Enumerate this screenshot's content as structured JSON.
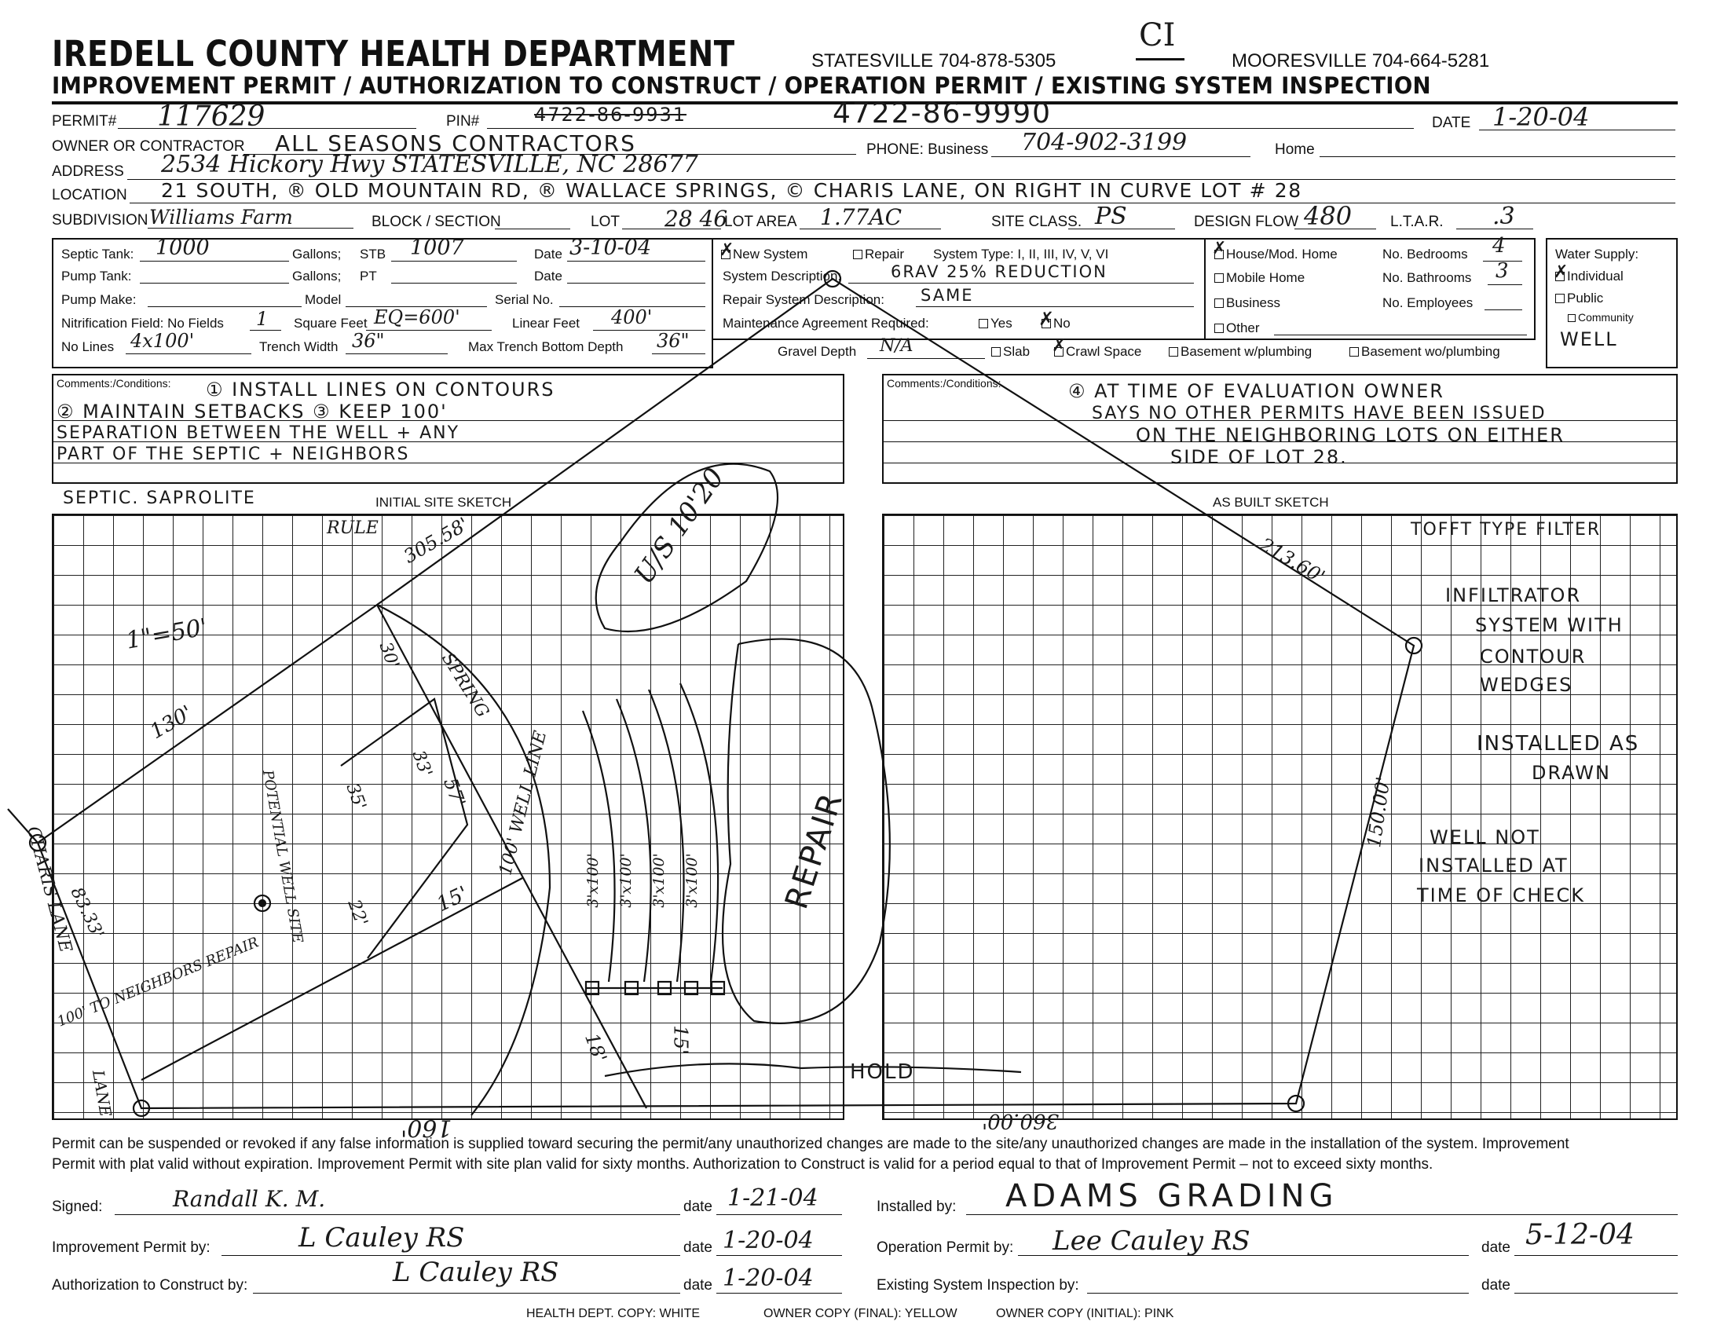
{
  "header": {
    "org": "IREDELL COUNTY HEALTH DEPARTMENT",
    "statesville": "STATESVILLE 704-878-5305",
    "mooresville": "MOORESVILLE 704-664-5281",
    "stamp": "CI",
    "title": "IMPROVEMENT PERMIT / AUTHORIZATION TO CONSTRUCT / OPERATION PERMIT / EXISTING SYSTEM INSPECTION"
  },
  "fields": {
    "permit_label": "PERMIT#",
    "permit": "117629",
    "pin_label": "PIN#",
    "pin_struck": "4722-86-9931",
    "pin": "4722-86-9990",
    "date_label": "DATE",
    "date": "1-20-04",
    "owner_label": "OWNER OR CONTRACTOR",
    "owner": "ALL SEASONS CONTRACTORS",
    "phone_label": "PHONE: Business",
    "phone": "704-902-3199",
    "home_label": "Home",
    "address_label": "ADDRESS",
    "address": "2534 Hickory Hwy STATESVILLE, NC 28677",
    "location_label": "LOCATION",
    "location": "21 SOUTH, ® OLD MOUNTAIN RD, ® WALLACE SPRINGS, © CHARIS LANE, ON RIGHT IN CURVE LOT # 28",
    "subdivision_label": "SUBDIVISION",
    "subdivision": "Williams Farm",
    "block_label": "BLOCK / SECTION",
    "lot_label": "LOT",
    "lot": "28 46",
    "lot_area_label": "LOT AREA",
    "lot_area": "1.77AC",
    "site_class_label": "SITE CLASS.",
    "site_class": "PS",
    "design_flow_label": "DESIGN FLOW",
    "design_flow": "480",
    "ltar_label": "L.T.A.R.",
    "ltar": ".3"
  },
  "system": {
    "septic_tank_label": "Septic Tank:",
    "septic_tank": "1000",
    "gallons_label": "Gallons;",
    "stb_label": "STB",
    "stb": "1007",
    "date_label": "Date",
    "septic_date": "3-10-04",
    "pump_tank_label": "Pump Tank:",
    "pt_label": "PT",
    "pump_make_label": "Pump Make:",
    "model_label": "Model",
    "serial_label": "Serial No.",
    "nitrification_label": "Nitrification Field: No Fields",
    "no_fields": "1",
    "square_feet_label": "Square Feet",
    "square_feet": "EQ=600'",
    "linear_feet_label": "Linear Feet",
    "linear_feet": "400'",
    "no_lines_label": "No Lines",
    "no_lines": "4x100'",
    "trench_width_label": "Trench Width",
    "trench_width": "36\"",
    "max_depth_label": "Max Trench Bottom Depth",
    "max_depth": "36\"",
    "new_system": "New System",
    "repair": "Repair",
    "system_type": "System Type: I, II, III, IV, V, VI",
    "system_desc_label": "System Description:",
    "system_desc": "6RAV 25% REDUCTION",
    "repair_desc_label": "Repair System Description:",
    "repair_desc": "SAME",
    "maint_label": "Maintenance Agreement Required:",
    "yes": "Yes",
    "no": "No",
    "gravel_label": "Gravel Depth",
    "gravel": "N/A",
    "slab": "Slab",
    "crawl": "Crawl Space",
    "basement_w": "Basement w/plumbing",
    "basement_wo": "Basement wo/plumbing",
    "house": "House/Mod. Home",
    "mobile": "Mobile Home",
    "business": "Business",
    "other": "Other",
    "bedrooms_label": "No. Bedrooms",
    "bedrooms": "4",
    "bathrooms_label": "No. Bathrooms",
    "bathrooms": "3",
    "employees_label": "No. Employees",
    "water_label": "Water Supply:",
    "individual": "Individual",
    "public": "Public",
    "community": "Community",
    "well": "WELL"
  },
  "comments": {
    "label": "Comments:/Conditions:",
    "left": [
      "① INSTALL LINES ON CONTOURS",
      "② MAINTAIN SETBACKS ③ KEEP 100'",
      "SEPARATION BETWEEN THE WELL + ANY",
      "PART OF THE SEPTIC + NEIGHBORS",
      "SEPTIC. SAPROLITE"
    ],
    "right_label": "Comments:/Conditions:",
    "right": [
      "④ AT TIME OF EVALUATION OWNER",
      "SAYS NO OTHER PERMITS HAVE BEEN ISSUED",
      "ON THE NEIGHBORING LOTS ON EITHER",
      "SIDE OF LOT 28."
    ]
  },
  "sketch": {
    "initial_title": "INITIAL SITE SKETCH",
    "asbuilt_title": "AS BUILT SKETCH",
    "scale": "1\"=50'",
    "left_notes": [
      "RULE",
      "305.58'",
      "130'",
      "30'",
      "33'",
      "35'",
      "57'",
      "15'",
      "22'",
      "18'",
      "15'",
      "160'",
      "83.33'",
      "100' TO NEIGHBORS REPAIR",
      "POTENTIAL WELL SITE",
      "100' WELL LINE",
      "SPRING",
      "3'x100'",
      "3'x100'",
      "3'x100'",
      "3'x100'",
      "U/S 10'20",
      "REPAIR",
      "CHARIS LANE",
      "LANE",
      "HOLD"
    ],
    "right_notes": [
      "213.60'",
      "150.00'",
      "360.00'",
      "TOFFT TYPE FILTER",
      "INFILTRATOR",
      "SYSTEM WITH",
      "CONTOUR",
      "WEDGES",
      "INSTALLED AS",
      "DRAWN",
      "WELL NOT",
      "INSTALLED AT",
      "TIME OF CHECK"
    ]
  },
  "footer": {
    "disclaimer1": "Permit can be suspended or revoked if any false information is supplied toward securing the permit/any unauthorized changes are made to the site/any unauthorized changes are made in the installation of the system. Improvement",
    "disclaimer2": "Permit with plat valid without expiration. Improvement Permit with site plan valid for sixty months. Authorization to Construct is valid for a period equal to that of Improvement Permit – not to exceed sixty months.",
    "signed_label": "Signed:",
    "signed_date": "1-21-04",
    "improvement_label": "Improvement Permit by:",
    "improvement_sig": "L Cauley RS",
    "improvement_date": "1-20-04",
    "authorization_label": "Authorization to Construct by:",
    "authorization_sig": "L Cauley RS",
    "authorization_date": "1-20-04",
    "installed_label": "Installed by:",
    "installed": "ADAMS GRADING",
    "operation_label": "Operation Permit by:",
    "operation_sig": "Lee Cauley RS",
    "operation_date": "5-12-04",
    "existing_label": "Existing System Inspection by:",
    "date_label": "date",
    "copy1": "HEALTH DEPT. COPY: WHITE",
    "copy2": "OWNER COPY (FINAL): YELLOW",
    "copy3": "OWNER COPY (INITIAL): PINK"
  }
}
